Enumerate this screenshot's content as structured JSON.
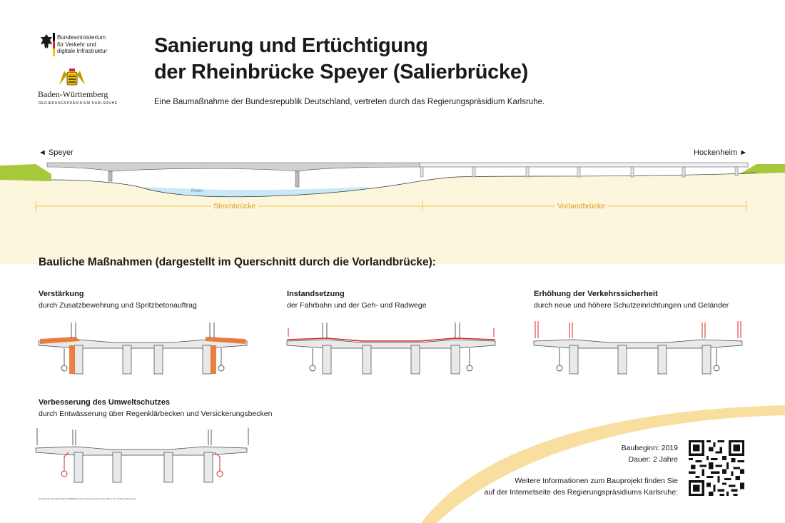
{
  "header": {
    "title_line1": "Sanierung und Ertüchtigung",
    "title_line2": "der Rheinbrücke Speyer (Salierbrücke)",
    "subtitle": "Eine Baumaßnahme der Bundesrepublik Deutschland, vertreten durch das Regierungspräsidium Karlsruhe."
  },
  "logos": {
    "bmv_line1": "Bundesministerium",
    "bmv_line2": "für Verkehr und",
    "bmv_line3": "digitale Infrastruktur",
    "bw_name": "Baden-Württemberg",
    "bw_sub": "REGIERUNGSPRÄSIDIUM KARLSRUHE"
  },
  "overview": {
    "left_direction": "◄ Speyer",
    "right_direction": "Hockenheim ►",
    "river_label": "Rhein",
    "span_left": "Strombrücke",
    "span_right": "Vorlandbrücke"
  },
  "measures": {
    "heading": "Bauliche Maßnahmen (dargestellt im Querschnitt durch die Vorlandbrücke):",
    "items": [
      {
        "title": "Verstärkung",
        "desc": "durch Zusatzbewehrung und Spritzbetonauftrag"
      },
      {
        "title": "Instandsetzung",
        "desc": "der Fahrbahn und der Geh- und Radwege"
      },
      {
        "title": "Erhöhung der Verkehrssicherheit",
        "desc": "durch neue und höhere Schutzeinrichtungen und Geländer"
      },
      {
        "title": "Verbesserung des Umweltschutzes",
        "desc": "durch Entwässerung über Regenklärbecken und Versickerungsbecken"
      }
    ]
  },
  "info": {
    "start": "Baubeginn: 2019",
    "duration": "Dauer: 2 Jahre",
    "more_line1": "Weitere Informationen zum Bauprojekt finden Sie",
    "more_line2": "auf der Internetseite des Regierungspräsidiums Karlsruhe:"
  },
  "credit": "Darstellung: HOLGER TESTE ARBEITEN (www.holgerteste.de) auf der Basis der Ausführungsplanung",
  "colors": {
    "accent_yellow": "#f3c34a",
    "river": "#c9e9f7",
    "highlight_red": "#d8262b",
    "highlight_orange": "#e8742e",
    "grass": "#a8c83c",
    "ground": "#fbf6dc"
  }
}
